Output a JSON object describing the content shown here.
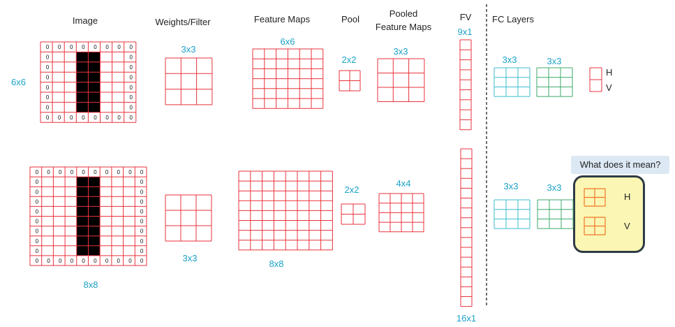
{
  "headers": {
    "image": "Image",
    "weights_filter": "Weights/Filter",
    "feature_maps": "Feature Maps",
    "pool": "Pool",
    "pooled_line1": "Pooled",
    "pooled_line2": "Feature Maps",
    "fv": "FV",
    "fc_layers": "FC Layers"
  },
  "top_row": {
    "image_size": "6x6",
    "filter_size": "3x3",
    "feature_map_size": "6x6",
    "pool_size": "2x2",
    "pooled_size": "3x3",
    "fv_size": "9x1",
    "fc1_size": "3x3",
    "fc2_size": "3x3",
    "out_h": "H",
    "out_v": "V"
  },
  "bottom_row": {
    "image_size": "8x8",
    "filter_size": "3x3",
    "feature_map_size": "8x8",
    "pool_size": "2x2",
    "pooled_size": "4x4",
    "fv_size": "16x1",
    "fc1_size": "3x3",
    "fc2_size": "3x3",
    "out_h": "H",
    "out_v": "V"
  },
  "callout": "What does it mean?",
  "pixel_zero": "0",
  "colors": {
    "grid_red": "#e8323c",
    "fc1_cyan": "#3bbcd0",
    "fc2_green": "#3caa6a",
    "output_orange": "#f07828",
    "dimension_blue": "#1ba1c8",
    "callout_bg": "#dce8f4",
    "meaning_box_bg": "#fbf6b4",
    "meaning_box_border": "#2e3b45",
    "dark_pixel": "#000000"
  }
}
